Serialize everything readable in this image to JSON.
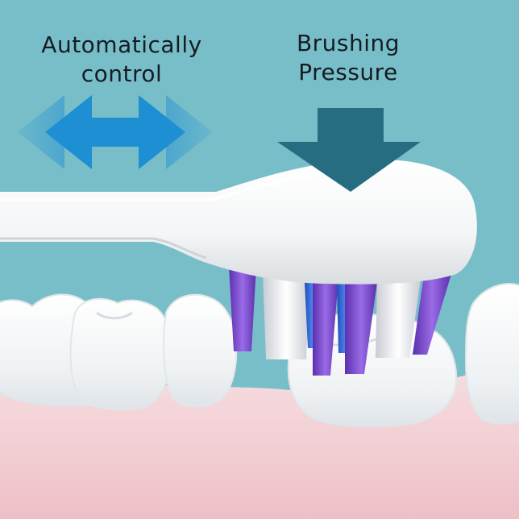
{
  "labels": {
    "automatic_control": {
      "line1": "Automatically",
      "line2": "control"
    },
    "brushing_pressure": {
      "line1": "Brushing",
      "line2": "Pressure"
    }
  },
  "colors": {
    "background": "#78bec9",
    "label_text": "#151c22",
    "motion_arrow": "#1f8fd3",
    "pressure_arrow": "#266d82",
    "brush_head": "#f7f8f9",
    "bristle_purple": "#7c4bd0",
    "bristle_white": "#f1f1f4",
    "bristle_blue": "#2f66d8",
    "teeth": "#f4f6f7",
    "gums": "#f2cfd3"
  },
  "icons": [
    "double-arrow-icon",
    "down-arrow-icon"
  ]
}
